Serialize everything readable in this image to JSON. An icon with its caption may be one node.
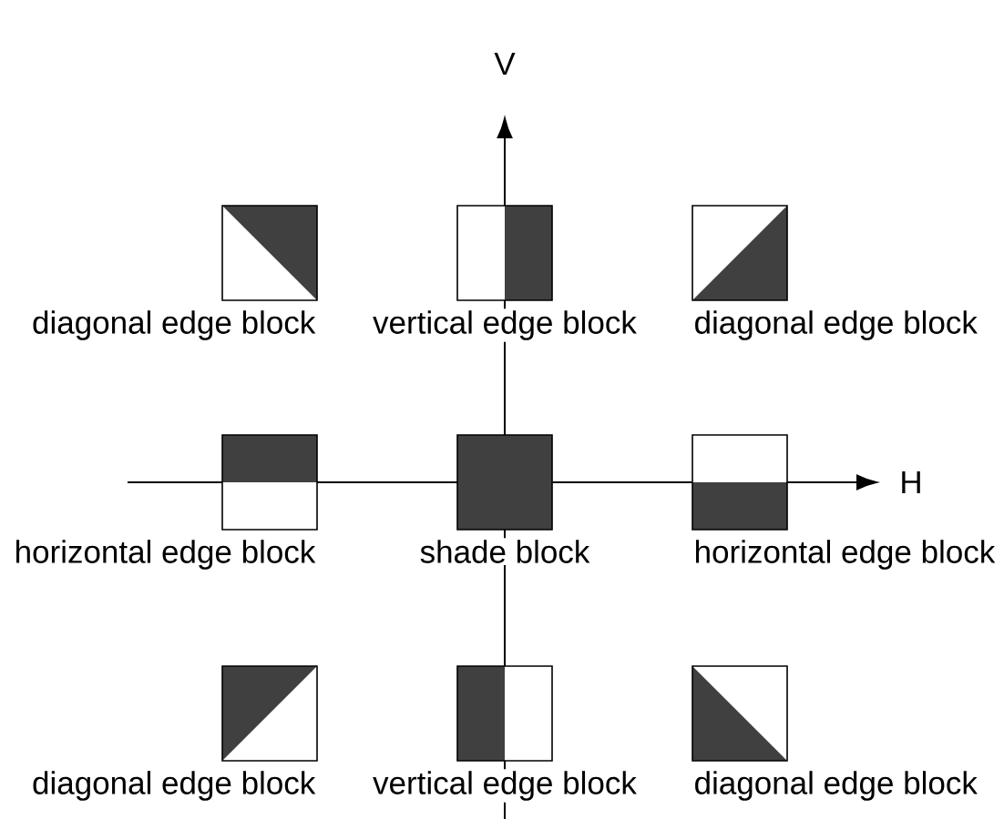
{
  "diagram": {
    "nodes": [
      {
        "text": [
          "diagonal edge block"
        ]
      },
      {
        "text": [
          "vertical edge block"
        ]
      },
      {
        "text": [
          "diagonal edge block"
        ]
      },
      {
        "text": [
          "horizontal edge block"
        ]
      },
      {
        "text": [
          "shade block"
        ]
      },
      {
        "text": [
          "horizontal edge block"
        ]
      },
      {
        "text": [
          "diagonal edge block"
        ]
      },
      {
        "text": [
          "vertical edge block"
        ]
      },
      {
        "text": [
          "diagonal edge block"
        ]
      }
    ],
    "labels": [
      "V",
      "H"
    ]
  }
}
